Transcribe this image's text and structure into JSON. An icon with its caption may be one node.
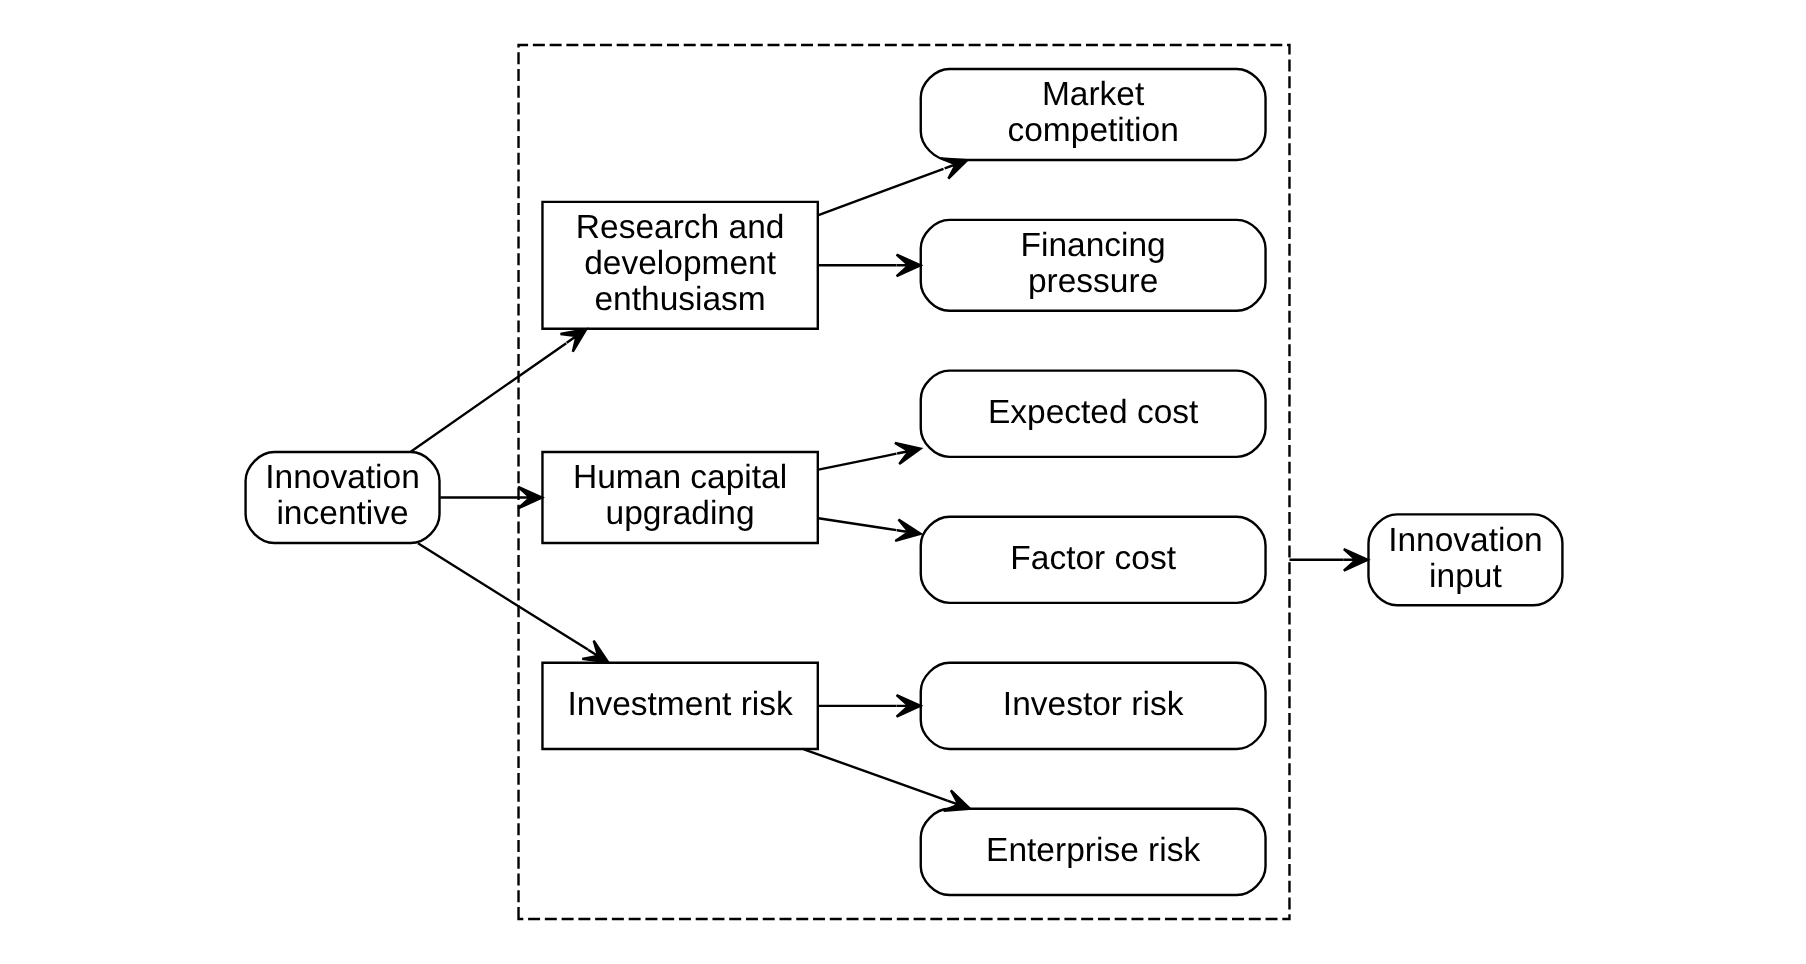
{
  "diagram": {
    "nodes": [
      {
        "text": [
          "Innovation incentive"
        ]
      },
      {
        "text": [],
        "shape": "box"
      },
      {
        "text": [
          "Research and development enthusiasm"
        ],
        "in": 1
      },
      {
        "text": [
          "Financing pressure"
        ],
        "in": 1
      },
      {
        "text": [
          "Market competition"
        ],
        "in": 1
      },
      {
        "text": [
          "Human capital upgrading"
        ],
        "in": 1
      },
      {
        "text": [
          "Factor cost"
        ],
        "in": 1
      },
      {
        "text": [
          "Expected cost"
        ],
        "in": 1
      },
      {
        "text": [
          "Investment risk"
        ],
        "in": 1
      },
      {
        "text": [
          "Enterprise risk"
        ],
        "in": 1
      },
      {
        "text": [
          "Investor risk"
        ],
        "in": 1
      },
      {
        "text": [
          "Innovation input"
        ]
      }
    ],
    "edges": [
      {
        "from": 0,
        "to": 2,
        "arrow": "to"
      },
      {
        "from": 0,
        "to": 5,
        "arrow": "to"
      },
      {
        "from": 0,
        "to": 8,
        "arrow": "to"
      },
      {
        "from": 2,
        "to": 3,
        "arrow": "to"
      },
      {
        "from": 2,
        "to": 4,
        "arrow": "to"
      },
      {
        "from": 5,
        "to": 6,
        "arrow": "to"
      },
      {
        "from": 5,
        "to": 7,
        "arrow": "to"
      },
      {
        "from": 8,
        "to": 9,
        "arrow": "to"
      },
      {
        "from": 8,
        "to": 10,
        "arrow": "to"
      },
      {
        "from": 1,
        "to": 11,
        "arrow": "to"
      }
    ]
  }
}
